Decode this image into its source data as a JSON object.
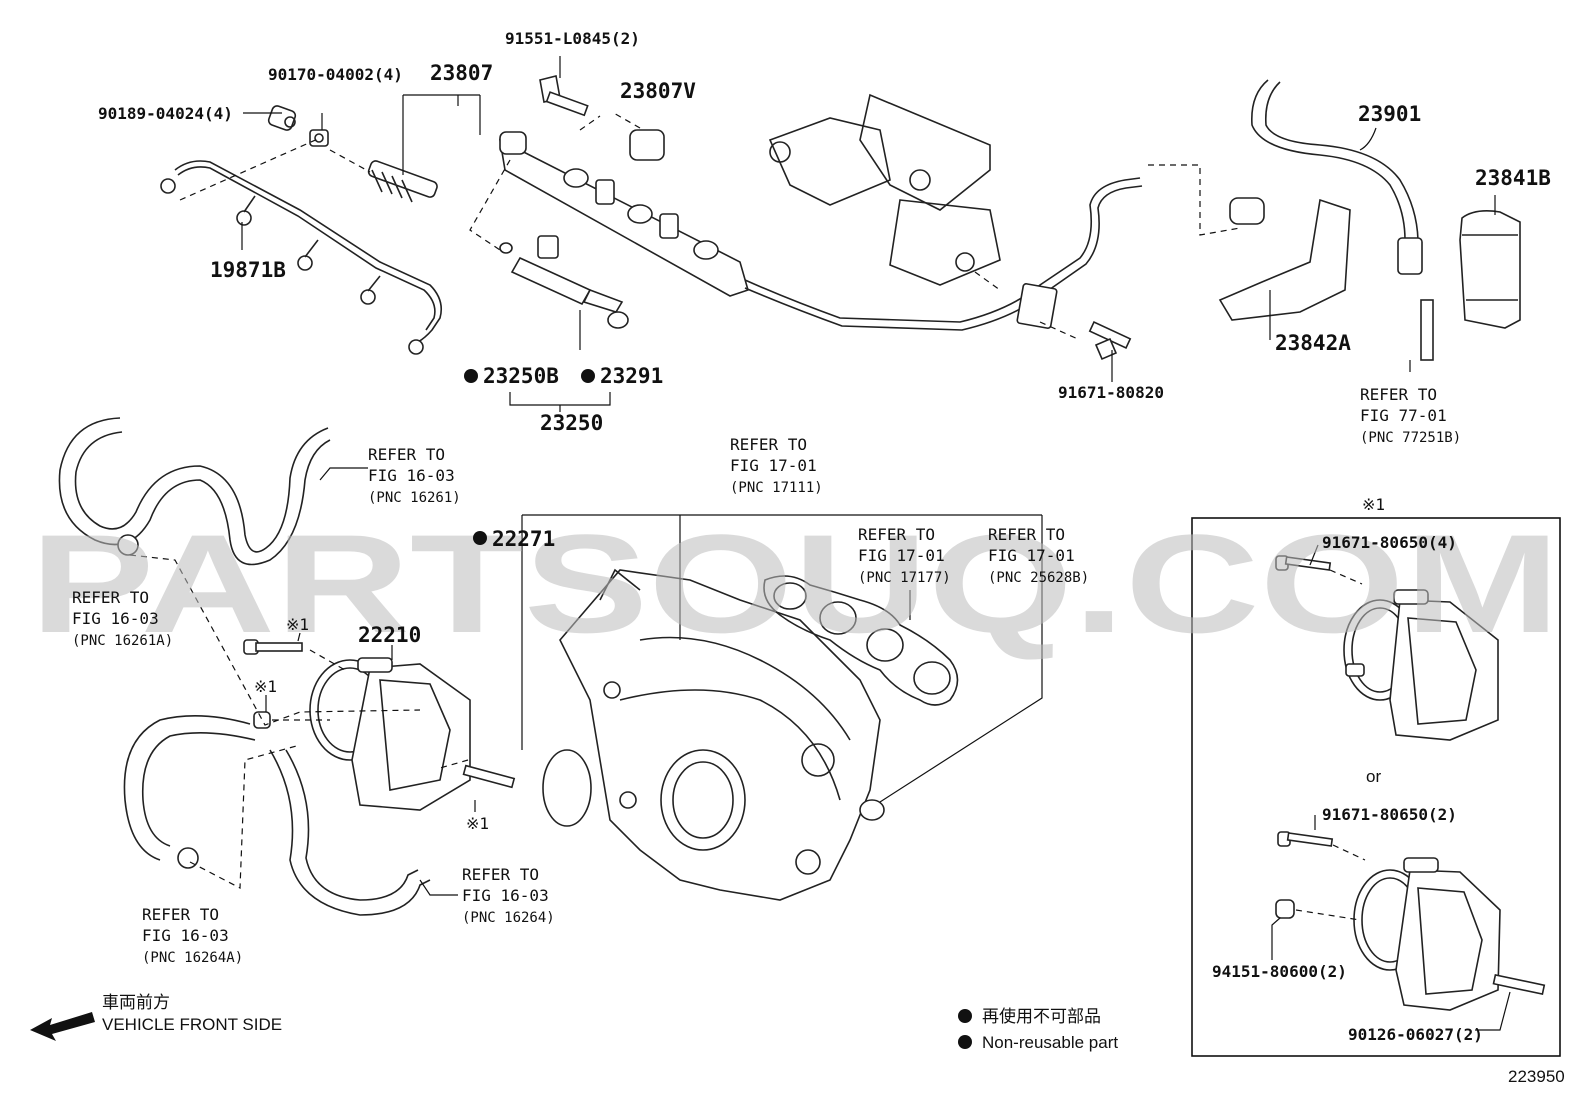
{
  "parts": {
    "p90189": "90189-04024(4)",
    "p90170": "90170-04002(4)",
    "p23807": "23807",
    "p91551": "91551-L0845(2)",
    "p23807v": "23807V",
    "p23901": "23901",
    "p23841b": "23841B",
    "p19871b": "19871B",
    "p23250b": "23250B",
    "p23291": "23291",
    "p23250": "23250",
    "p91671_80820": "91671-80820",
    "p23842a": "23842A",
    "p22271": "22271",
    "p22210": "22210",
    "p91671_80650_4": "91671-80650(4)",
    "p91671_80650_2": "91671-80650(2)",
    "p94151": "94151-80600(2)",
    "p90126": "90126-06027(2)"
  },
  "refs": {
    "fig7701": [
      "REFER TO",
      "FIG 77-01",
      "(PNC 77251B)"
    ],
    "fig1603a": [
      "REFER TO",
      "FIG 16-03",
      "(PNC 16261)"
    ],
    "fig1701a": [
      "REFER TO",
      "FIG 17-01",
      "(PNC 17111)"
    ],
    "fig1701b": [
      "REFER TO",
      "FIG 17-01",
      "(PNC 17177)"
    ],
    "fig1701c": [
      "REFER TO",
      "FIG 17-01",
      "(PNC 25628B)"
    ],
    "fig1603b": [
      "REFER TO",
      "FIG 16-03",
      "(PNC 16261A)"
    ],
    "fig1603c": [
      "REFER TO",
      "FIG 16-03",
      "(PNC 16264)"
    ],
    "fig1603d": [
      "REFER TO",
      "FIG 16-03",
      "(PNC 16264A)"
    ]
  },
  "marks": {
    "note1": "※1",
    "or": "or"
  },
  "legend": {
    "front_jp": "車両前方",
    "front_en": "VEHICLE FRONT SIDE",
    "nonreuse_jp": "再使用不可部品",
    "nonreuse_en": "Non-reusable part"
  },
  "watermark": "PARTSOUQ.COM",
  "figure_number": "223950"
}
